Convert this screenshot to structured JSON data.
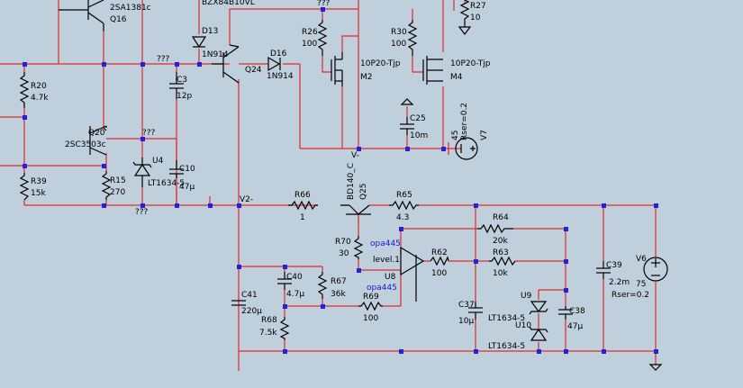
{
  "transistors": {
    "q16": {
      "model": "2SA1381c",
      "ref": "Q16"
    },
    "q20": {
      "ref": "Q20",
      "model": "2SC3503c"
    },
    "q24": {
      "ref": "Q24"
    },
    "q25": {
      "model": "BD140_C",
      "ref": "Q25"
    },
    "m2": {
      "model": "10P20-Tjp",
      "ref": "M2"
    },
    "m4": {
      "model": "10P20-Tjp",
      "ref": "M4"
    }
  },
  "diodes": {
    "d13": {
      "ref": "D13",
      "model": "1N914"
    },
    "d13_top": {
      "model": "BZX84B10VL"
    },
    "d16": {
      "ref": "D16",
      "model": "1N914"
    },
    "u4": {
      "ref": "U4",
      "model": "LT1634-5"
    },
    "u9": {
      "ref": "U9",
      "model": "LT1634-5"
    },
    "u10": {
      "ref": "U10",
      "model": "LT1634-5"
    }
  },
  "resistors": {
    "r20": {
      "ref": "R20",
      "value": "4.7k"
    },
    "r39": {
      "ref": "R39",
      "value": "15k"
    },
    "r15": {
      "ref": "R15",
      "value": "270"
    },
    "r26": {
      "ref": "R26",
      "value": "100"
    },
    "r30": {
      "ref": "R30",
      "value": "100"
    },
    "r27": {
      "ref": "R27",
      "value": "10"
    },
    "r66": {
      "ref": "R66",
      "value": "1"
    },
    "r65": {
      "ref": "R65",
      "value": "4.3"
    },
    "r70": {
      "ref": "R70",
      "value": "30"
    },
    "r64": {
      "ref": "R64",
      "value": "20k"
    },
    "r62": {
      "ref": "R62",
      "value": "100"
    },
    "r63": {
      "ref": "R63",
      "value": "10k"
    },
    "r67": {
      "ref": "R67",
      "value": "36k"
    },
    "r68": {
      "ref": "R68",
      "value": "7.5k"
    },
    "r69": {
      "ref": "R69",
      "value": "100"
    }
  },
  "capacitors": {
    "c3": {
      "ref": "C3",
      "value": "12p"
    },
    "c10": {
      "ref": "C10",
      "value": "47µ"
    },
    "c25": {
      "ref": "C25",
      "value": "10m"
    },
    "c39": {
      "ref": "C39",
      "value": "2.2m"
    },
    "c40": {
      "ref": "C40",
      "value": "4.7µ"
    },
    "c41": {
      "ref": "C41",
      "value": "220µ"
    },
    "c37": {
      "ref": "C37",
      "value": "10µ"
    },
    "c38": {
      "ref": "C38",
      "value": "47µ"
    }
  },
  "sources": {
    "v7": {
      "ref": "V7",
      "value": "45",
      "rser": "Rser=0.2"
    },
    "v6": {
      "ref": "V6",
      "value": "75",
      "rser": "Rser=0.2"
    }
  },
  "opamp": {
    "ref": "U8",
    "model_a": "opa445",
    "model_b": "opa445",
    "level": "level.1"
  },
  "nets": {
    "v2": "V2-",
    "vminus": "V-",
    "unknown": "???"
  },
  "icons": {
    "resistor": "resistor-icon",
    "capacitor": "capacitor-icon",
    "diode": "diode-icon",
    "zener": "zener-icon",
    "npn": "npn-transistor-icon",
    "pnp": "pnp-transistor-icon",
    "mosfet": "mosfet-icon",
    "opamp": "opamp-icon",
    "voltage_source": "voltage-source-icon",
    "ground": "ground-icon"
  },
  "colors": {
    "background": "#bfcfdb",
    "wire": "#e02a2a",
    "junction": "#2222dd",
    "component": "#000000",
    "model_text": "#1a1ad8"
  }
}
